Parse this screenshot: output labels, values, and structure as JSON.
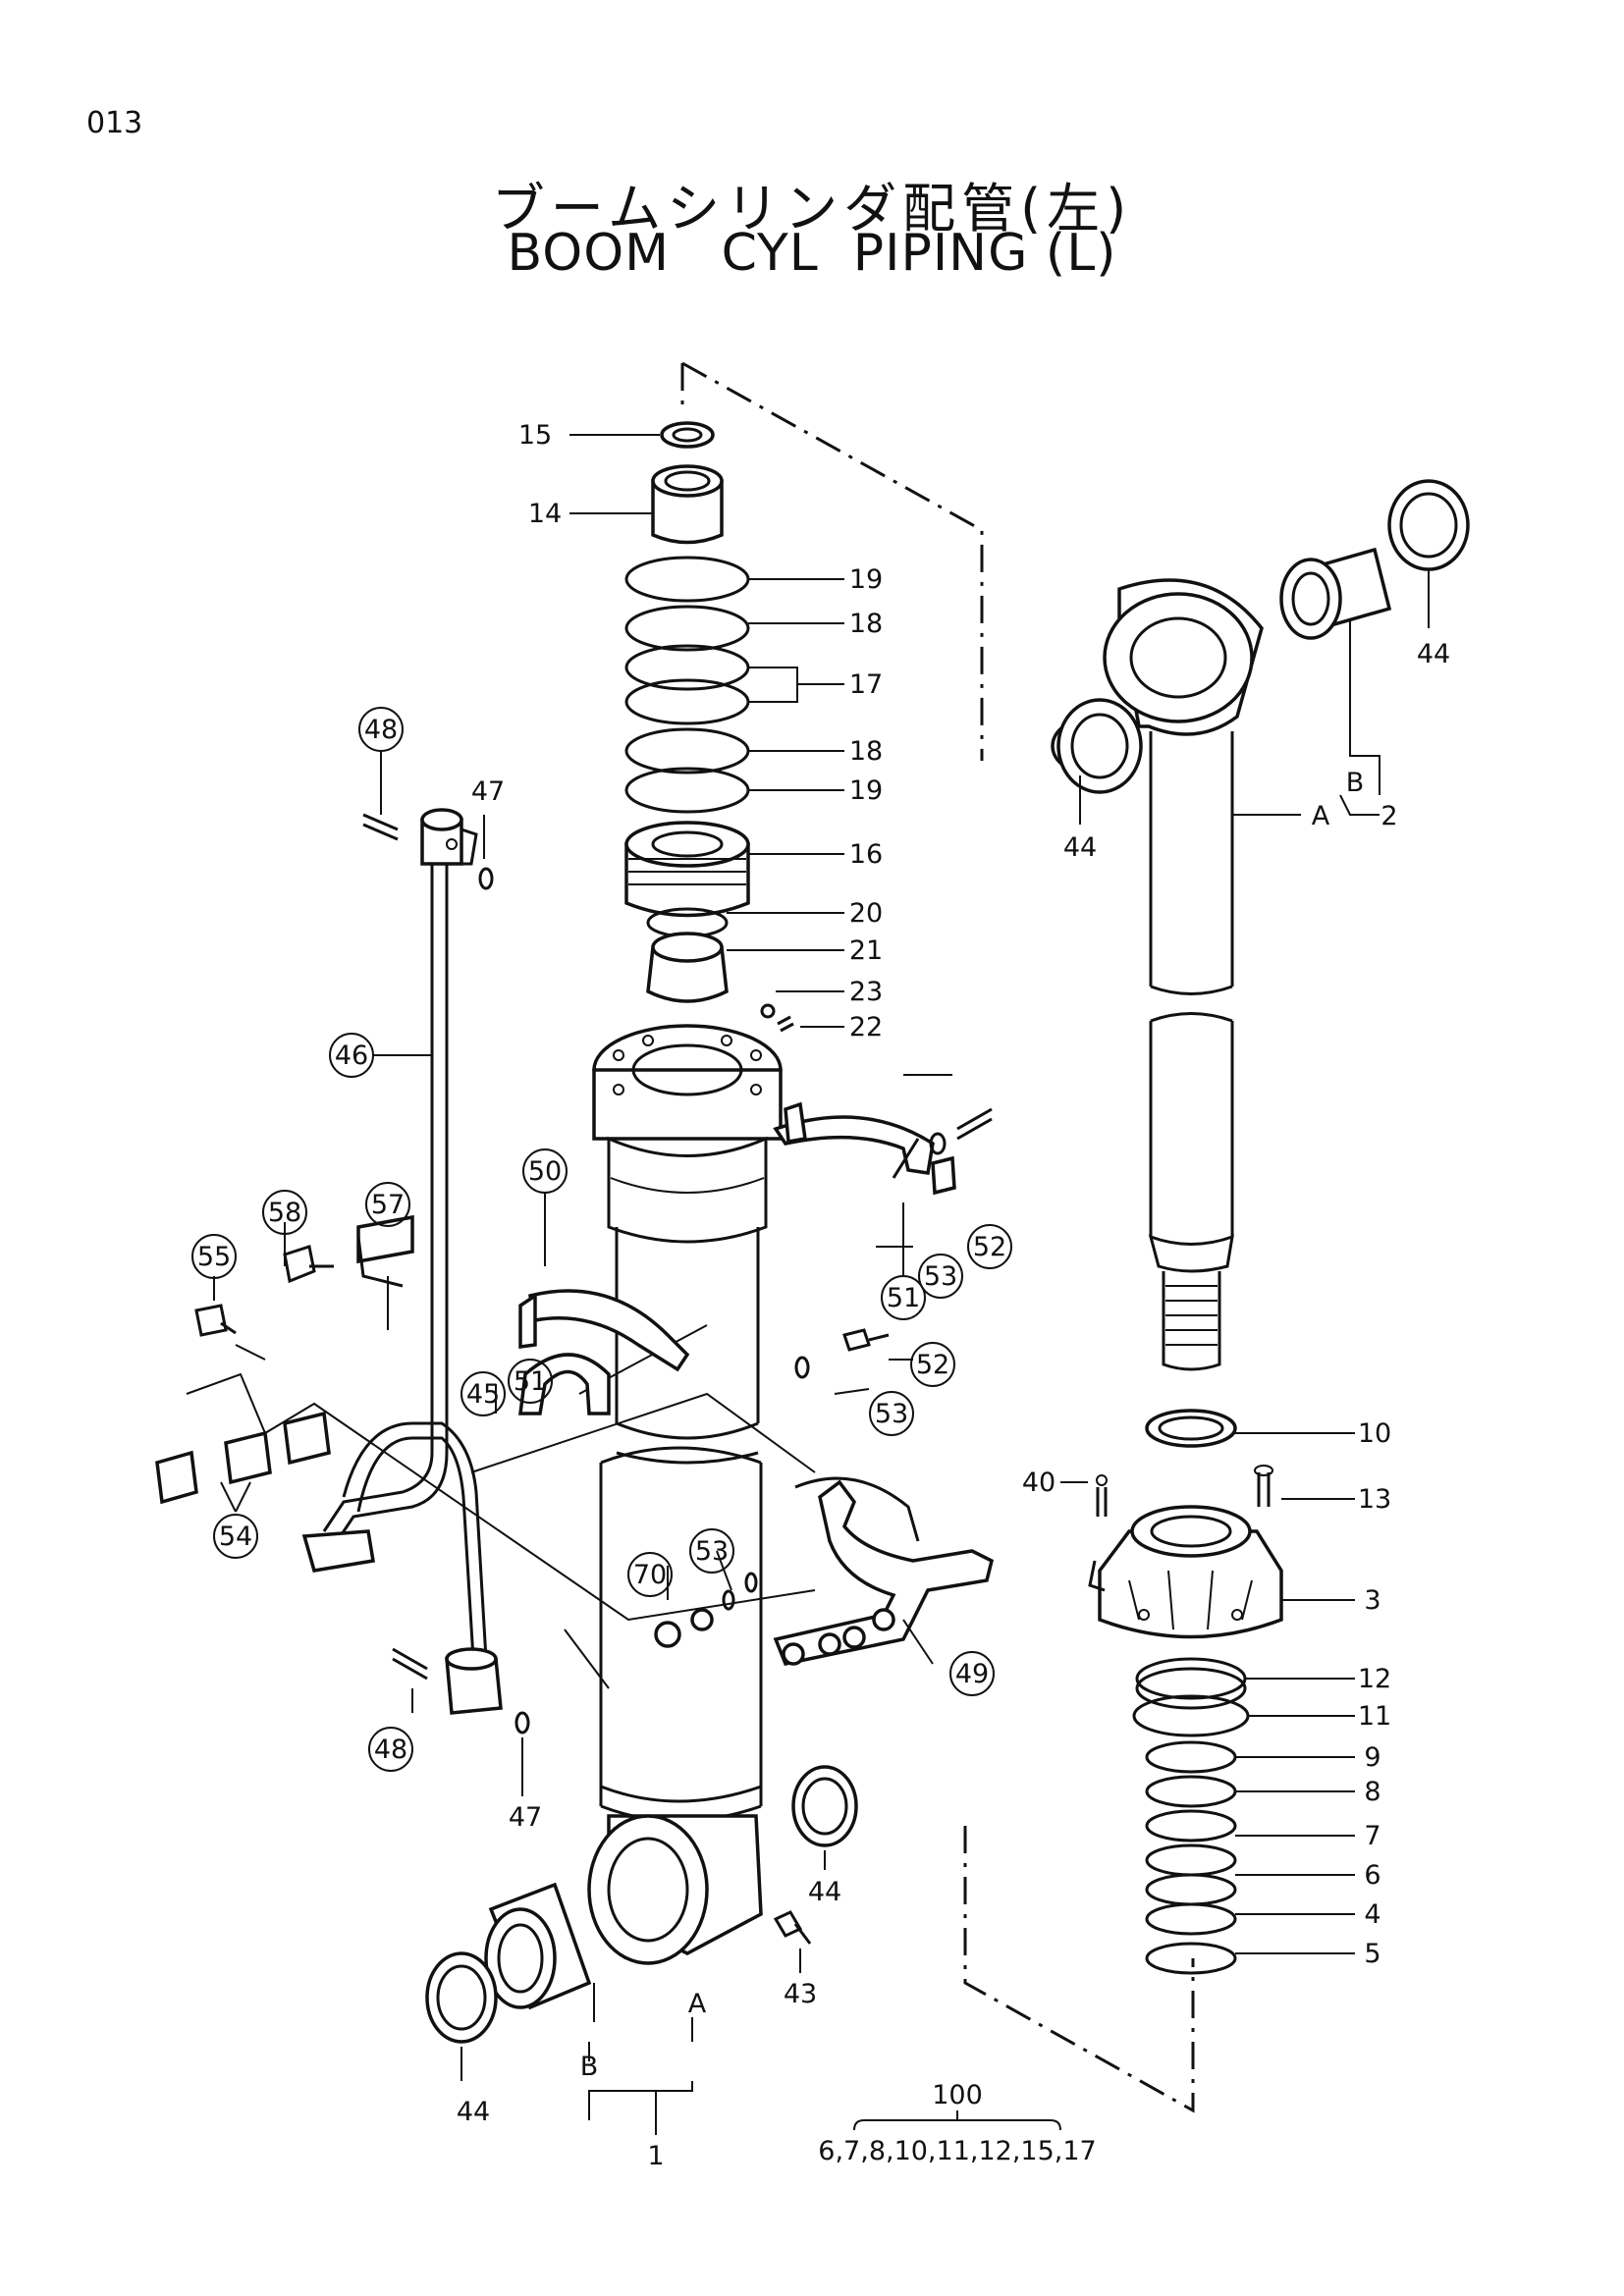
{
  "page_number": "013",
  "title_ja": "ブームシリンダ配管(左)",
  "title_en": "BOOM   CYL  PIPING (L)",
  "callouts": [
    {
      "id": "c15",
      "text": "15"
    },
    {
      "id": "c14",
      "text": "14"
    },
    {
      "id": "c19a",
      "text": "19"
    },
    {
      "id": "c18a",
      "text": "18"
    },
    {
      "id": "c17",
      "text": "17"
    },
    {
      "id": "c18b",
      "text": "18"
    },
    {
      "id": "c19b",
      "text": "19"
    },
    {
      "id": "c16",
      "text": "16"
    },
    {
      "id": "c20",
      "text": "20"
    },
    {
      "id": "c21",
      "text": "21"
    },
    {
      "id": "c23",
      "text": "23"
    },
    {
      "id": "c22",
      "text": "22"
    },
    {
      "id": "c44a",
      "text": "44"
    },
    {
      "id": "c44b",
      "text": "44"
    },
    {
      "id": "cB1",
      "text": "B"
    },
    {
      "id": "cA1",
      "text": "A"
    },
    {
      "id": "c2",
      "text": "2"
    },
    {
      "id": "c10",
      "text": "10"
    },
    {
      "id": "c40",
      "text": "40"
    },
    {
      "id": "c13",
      "text": "13"
    },
    {
      "id": "c3",
      "text": "3"
    },
    {
      "id": "c12",
      "text": "12"
    },
    {
      "id": "c11",
      "text": "11"
    },
    {
      "id": "c9",
      "text": "9"
    },
    {
      "id": "c8",
      "text": "8"
    },
    {
      "id": "c7",
      "text": "7"
    },
    {
      "id": "c6",
      "text": "6"
    },
    {
      "id": "c4",
      "text": "4"
    },
    {
      "id": "c5",
      "text": "5"
    },
    {
      "id": "c47a",
      "text": "47"
    },
    {
      "id": "c47b",
      "text": "47"
    },
    {
      "id": "c44c",
      "text": "44"
    },
    {
      "id": "c44d",
      "text": "44"
    },
    {
      "id": "c43",
      "text": "43"
    },
    {
      "id": "cA2",
      "text": "A"
    },
    {
      "id": "cB2",
      "text": "B"
    },
    {
      "id": "c1",
      "text": "1"
    },
    {
      "id": "c100",
      "text": "100"
    },
    {
      "id": "ckit",
      "text": "6,7,8,10,11,12,15,17"
    }
  ],
  "circled_callouts": [
    {
      "id": "k48a",
      "text": "48"
    },
    {
      "id": "k46",
      "text": "46"
    },
    {
      "id": "k50",
      "text": "50"
    },
    {
      "id": "k58",
      "text": "58"
    },
    {
      "id": "k57",
      "text": "57"
    },
    {
      "id": "k55",
      "text": "55"
    },
    {
      "id": "k54",
      "text": "54"
    },
    {
      "id": "k45",
      "text": "45"
    },
    {
      "id": "k51a",
      "text": "51"
    },
    {
      "id": "k51b",
      "text": "51"
    },
    {
      "id": "k52a",
      "text": "52"
    },
    {
      "id": "k53a",
      "text": "53"
    },
    {
      "id": "k52b",
      "text": "52"
    },
    {
      "id": "k53b",
      "text": "53"
    },
    {
      "id": "k53c",
      "text": "53"
    },
    {
      "id": "k70",
      "text": "70"
    },
    {
      "id": "k49",
      "text": "49"
    },
    {
      "id": "k48b",
      "text": "48"
    }
  ]
}
